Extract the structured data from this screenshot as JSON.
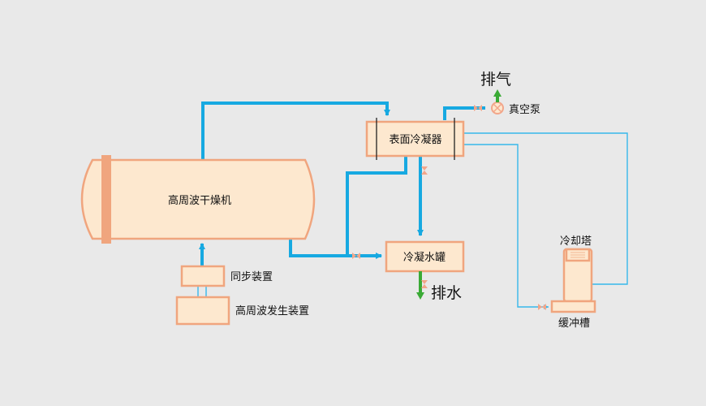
{
  "labels": {
    "dryer": "高周波干燥机",
    "sync": "同步装置",
    "generator": "高周波发生装置",
    "condenser": "表面冷凝器",
    "tank": "冷凝水罐",
    "drain": "排水",
    "exhaust": "排气",
    "vacuum_pump": "真空泵",
    "cooling_tower": "冷却塔",
    "buffer_tank": "缓冲槽"
  },
  "colors": {
    "background": "#e9e9e9",
    "box_fill": "#fde8cf",
    "box_stroke": "#f0a57e",
    "pipe": "#17a9e1",
    "outlet_arrow": "#3aaa35",
    "valve": "#f2a68a"
  }
}
